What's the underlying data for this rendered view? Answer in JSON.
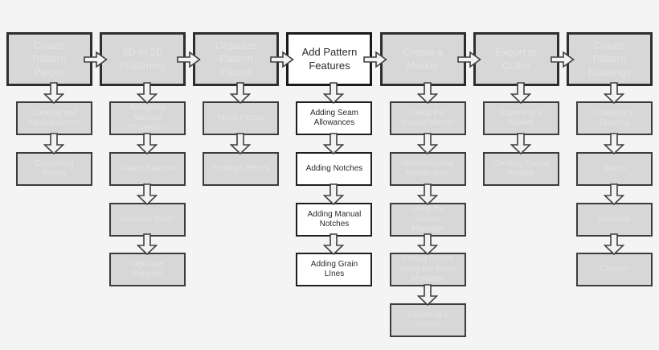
{
  "colors": {
    "background": "#f4f4f4",
    "box_fill": "#d7d7d7",
    "box_text_ghost": "#e3e3e3",
    "box_border": "#2e2e2e",
    "highlight_fill": "#ffffff",
    "highlight_text": "#2b2b2b",
    "arrow_fill": "#f2f2f2",
    "arrow_stroke": "#3f3f3f"
  },
  "flowchart": {
    "columns": [
      {
        "title": "Create\nPattern\nPieces",
        "highlighted": false,
        "steps": [
          "Creating and\nnaming pieces",
          "Converting\nPieces"
        ]
      },
      {
        "title": "3D to 2D\nFlattening",
        "highlighted": false,
        "steps": [
          "Assigning\nMaterial\nProperties",
          "Flatten Patterns",
          "Optimize Mesh",
          "Optimize\nPatterns"
        ]
      },
      {
        "title": "Organize\nPattern\nPieces",
        "highlighted": false,
        "steps": [
          "Move Pieces",
          "Findings Pieces"
        ]
      },
      {
        "title": "Add Pattern\nFeatures",
        "highlighted": true,
        "steps": [
          "Adding Seam\nAllowances",
          "Adding Notches",
          "Adding Manual\nNotches",
          "Adding Grain\nLInes"
        ]
      },
      {
        "title": "Create a\nMarker",
        "highlighted": false,
        "steps": [
          "Using the\nManual Marker",
          "Understanding\nMarker Sets",
          "Using the\nMarker\nManager",
          "Editing Pieces\nUsing the Piece\nManager",
          "Exporting a\nMarker"
        ]
      },
      {
        "title": "Export to\nCutter",
        "highlighted": false,
        "steps": [
          "Exporting a\nMarker",
          "Creating Export\nProfiles"
        ]
      },
      {
        "title": "Create\nPattern\nDrawings",
        "highlighted": false,
        "steps": [
          "Creating a\nDrawing",
          "Tables",
          "Balloons",
          "Callouts"
        ]
      }
    ]
  }
}
